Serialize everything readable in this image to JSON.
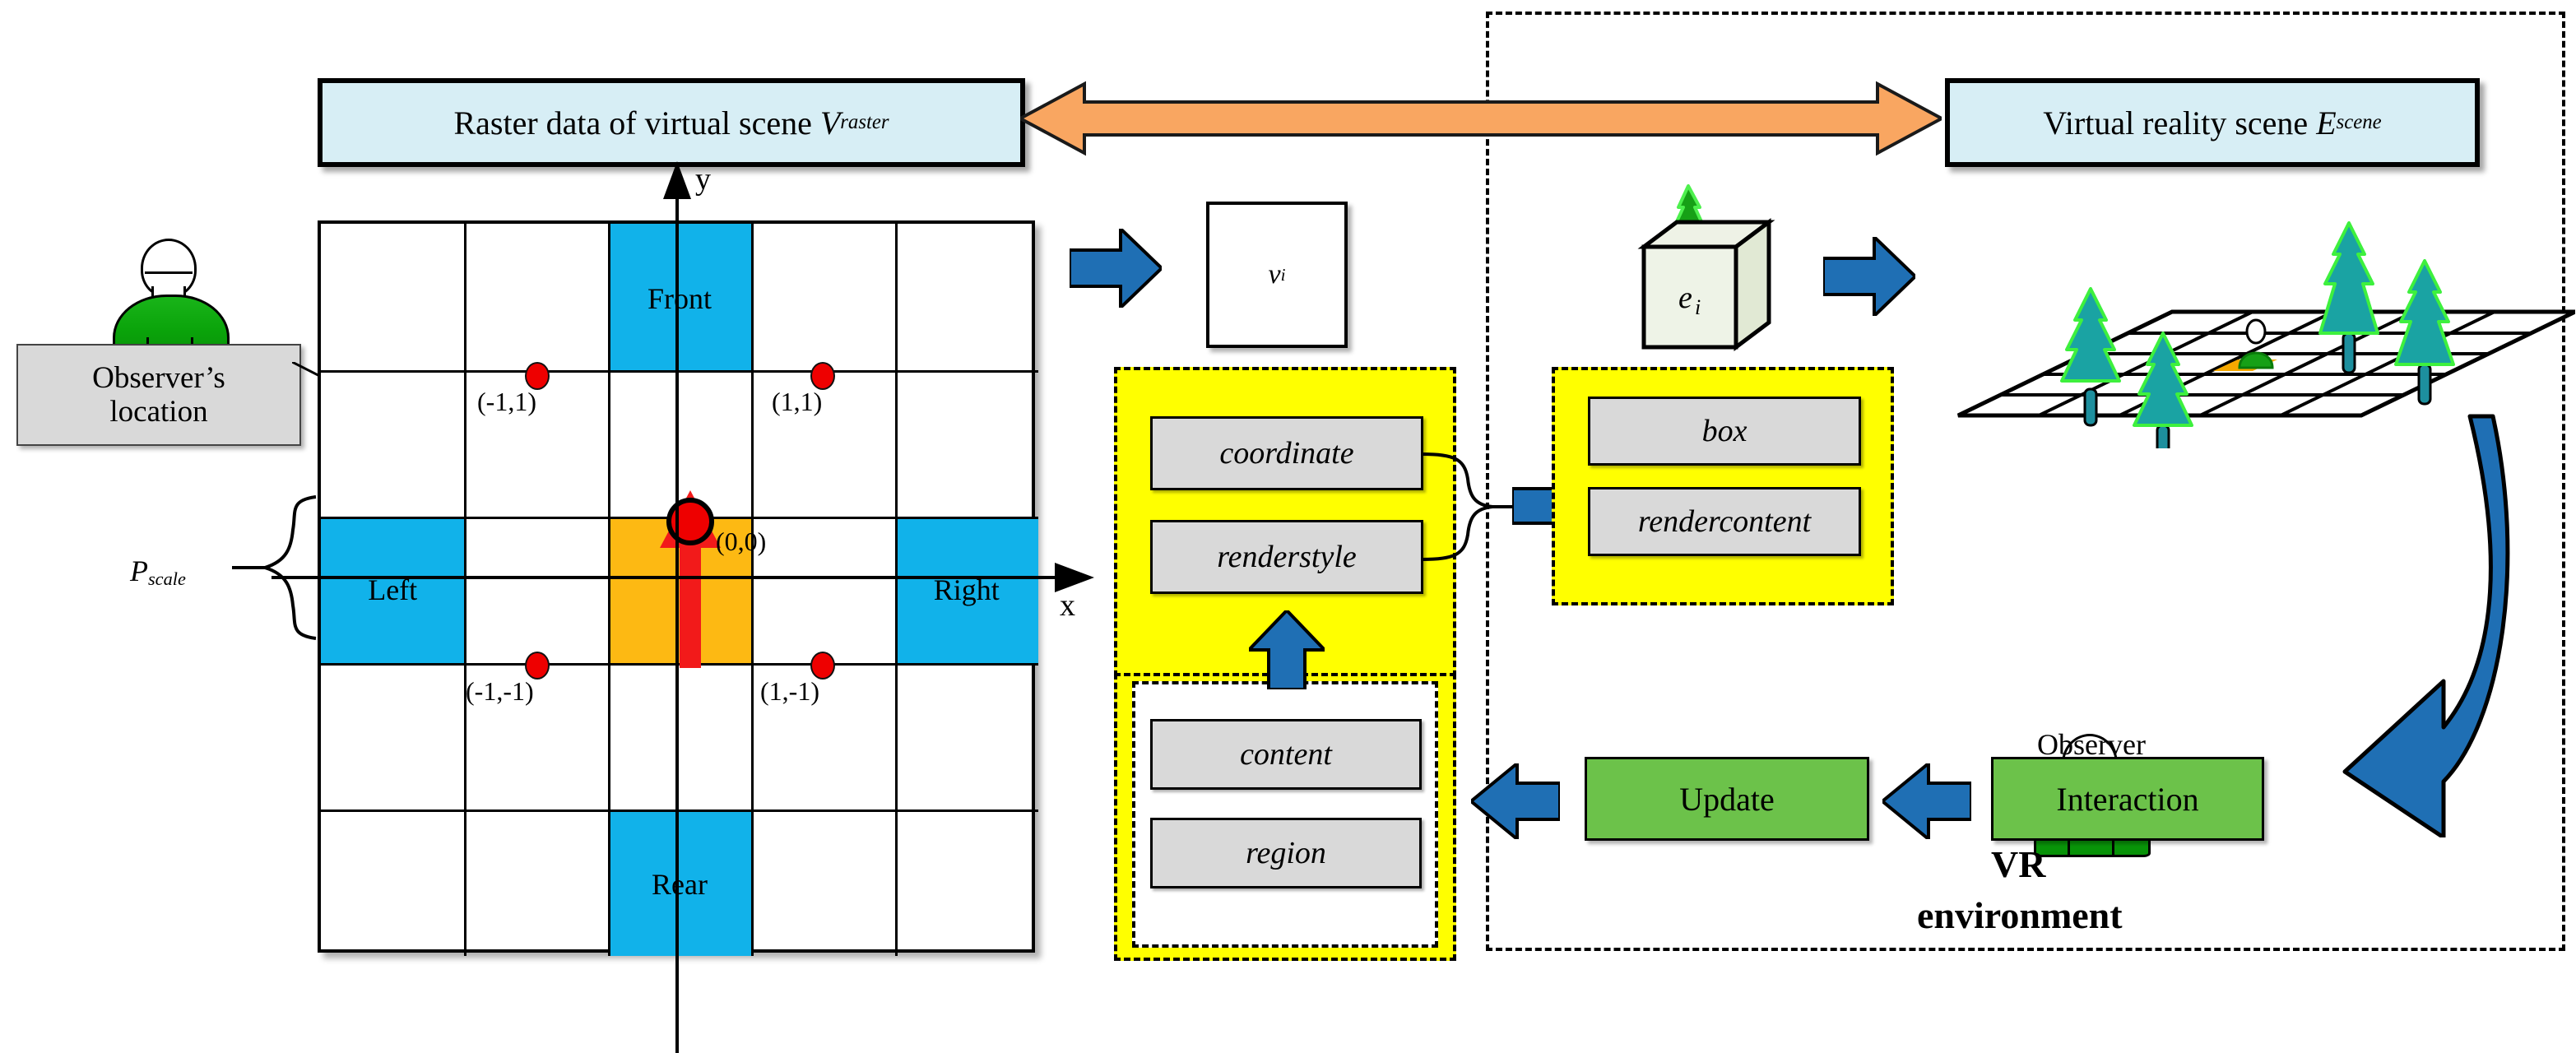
{
  "diagram": {
    "title_raster": "Raster data of virtual scene",
    "title_raster_sym": "V",
    "title_raster_sub": "raster",
    "title_vr": "Virtual reality scene",
    "title_vr_sym": "E",
    "title_vr_sub": "scene",
    "observer_callout_line1": "Observer’s",
    "observer_callout_line2": "location",
    "p_scale_sym": "P",
    "p_scale_sub": "scale",
    "axis_x": "x",
    "axis_y": "y",
    "vi_label": "v",
    "vi_sub": "i",
    "ei_label": "e",
    "ei_sub": "i",
    "observer_label": "Observer",
    "vr_env_line1": "VR",
    "vr_env_line2": "environment"
  },
  "grid": {
    "cells": [
      {
        "label": "Front",
        "col": 3,
        "row": 1,
        "fill": "blue"
      },
      {
        "label": "Left",
        "col": 1,
        "row": 3,
        "fill": "blue"
      },
      {
        "label": "",
        "col": 3,
        "row": 3,
        "fill": "orange"
      },
      {
        "label": "Right",
        "col": 5,
        "row": 3,
        "fill": "blue"
      },
      {
        "label": "Rear",
        "col": 3,
        "row": 5,
        "fill": "blue"
      }
    ],
    "points": [
      {
        "label": "(-1,1)",
        "col": 2,
        "row": 2
      },
      {
        "label": "(1,1)",
        "col": 4,
        "row": 2
      },
      {
        "label": "(0,0)",
        "col": 3,
        "row": 3
      },
      {
        "label": "(-1,-1)",
        "col": 2,
        "row": 4
      },
      {
        "label": "(1,-1)",
        "col": 4,
        "row": 4
      }
    ]
  },
  "panels": {
    "left_yellow": [
      "coordinate",
      "renderstyle"
    ],
    "right_yellow": [
      "box",
      "rendercontent"
    ],
    "bottom_yellow": [
      "content",
      "region"
    ]
  },
  "actions": {
    "update": "Update",
    "interaction": "Interaction"
  },
  "colors": {
    "accent_blue": "#11b2ea",
    "accent_orange": "#fdb913",
    "arrow_blue": "#1f6fb4",
    "arrow_orange": "#f9a661",
    "green_button": "#6cc24a",
    "yellow_panel": "#ffff00",
    "header_fill": "#d7eef5",
    "marker_red": "#ee0000"
  }
}
